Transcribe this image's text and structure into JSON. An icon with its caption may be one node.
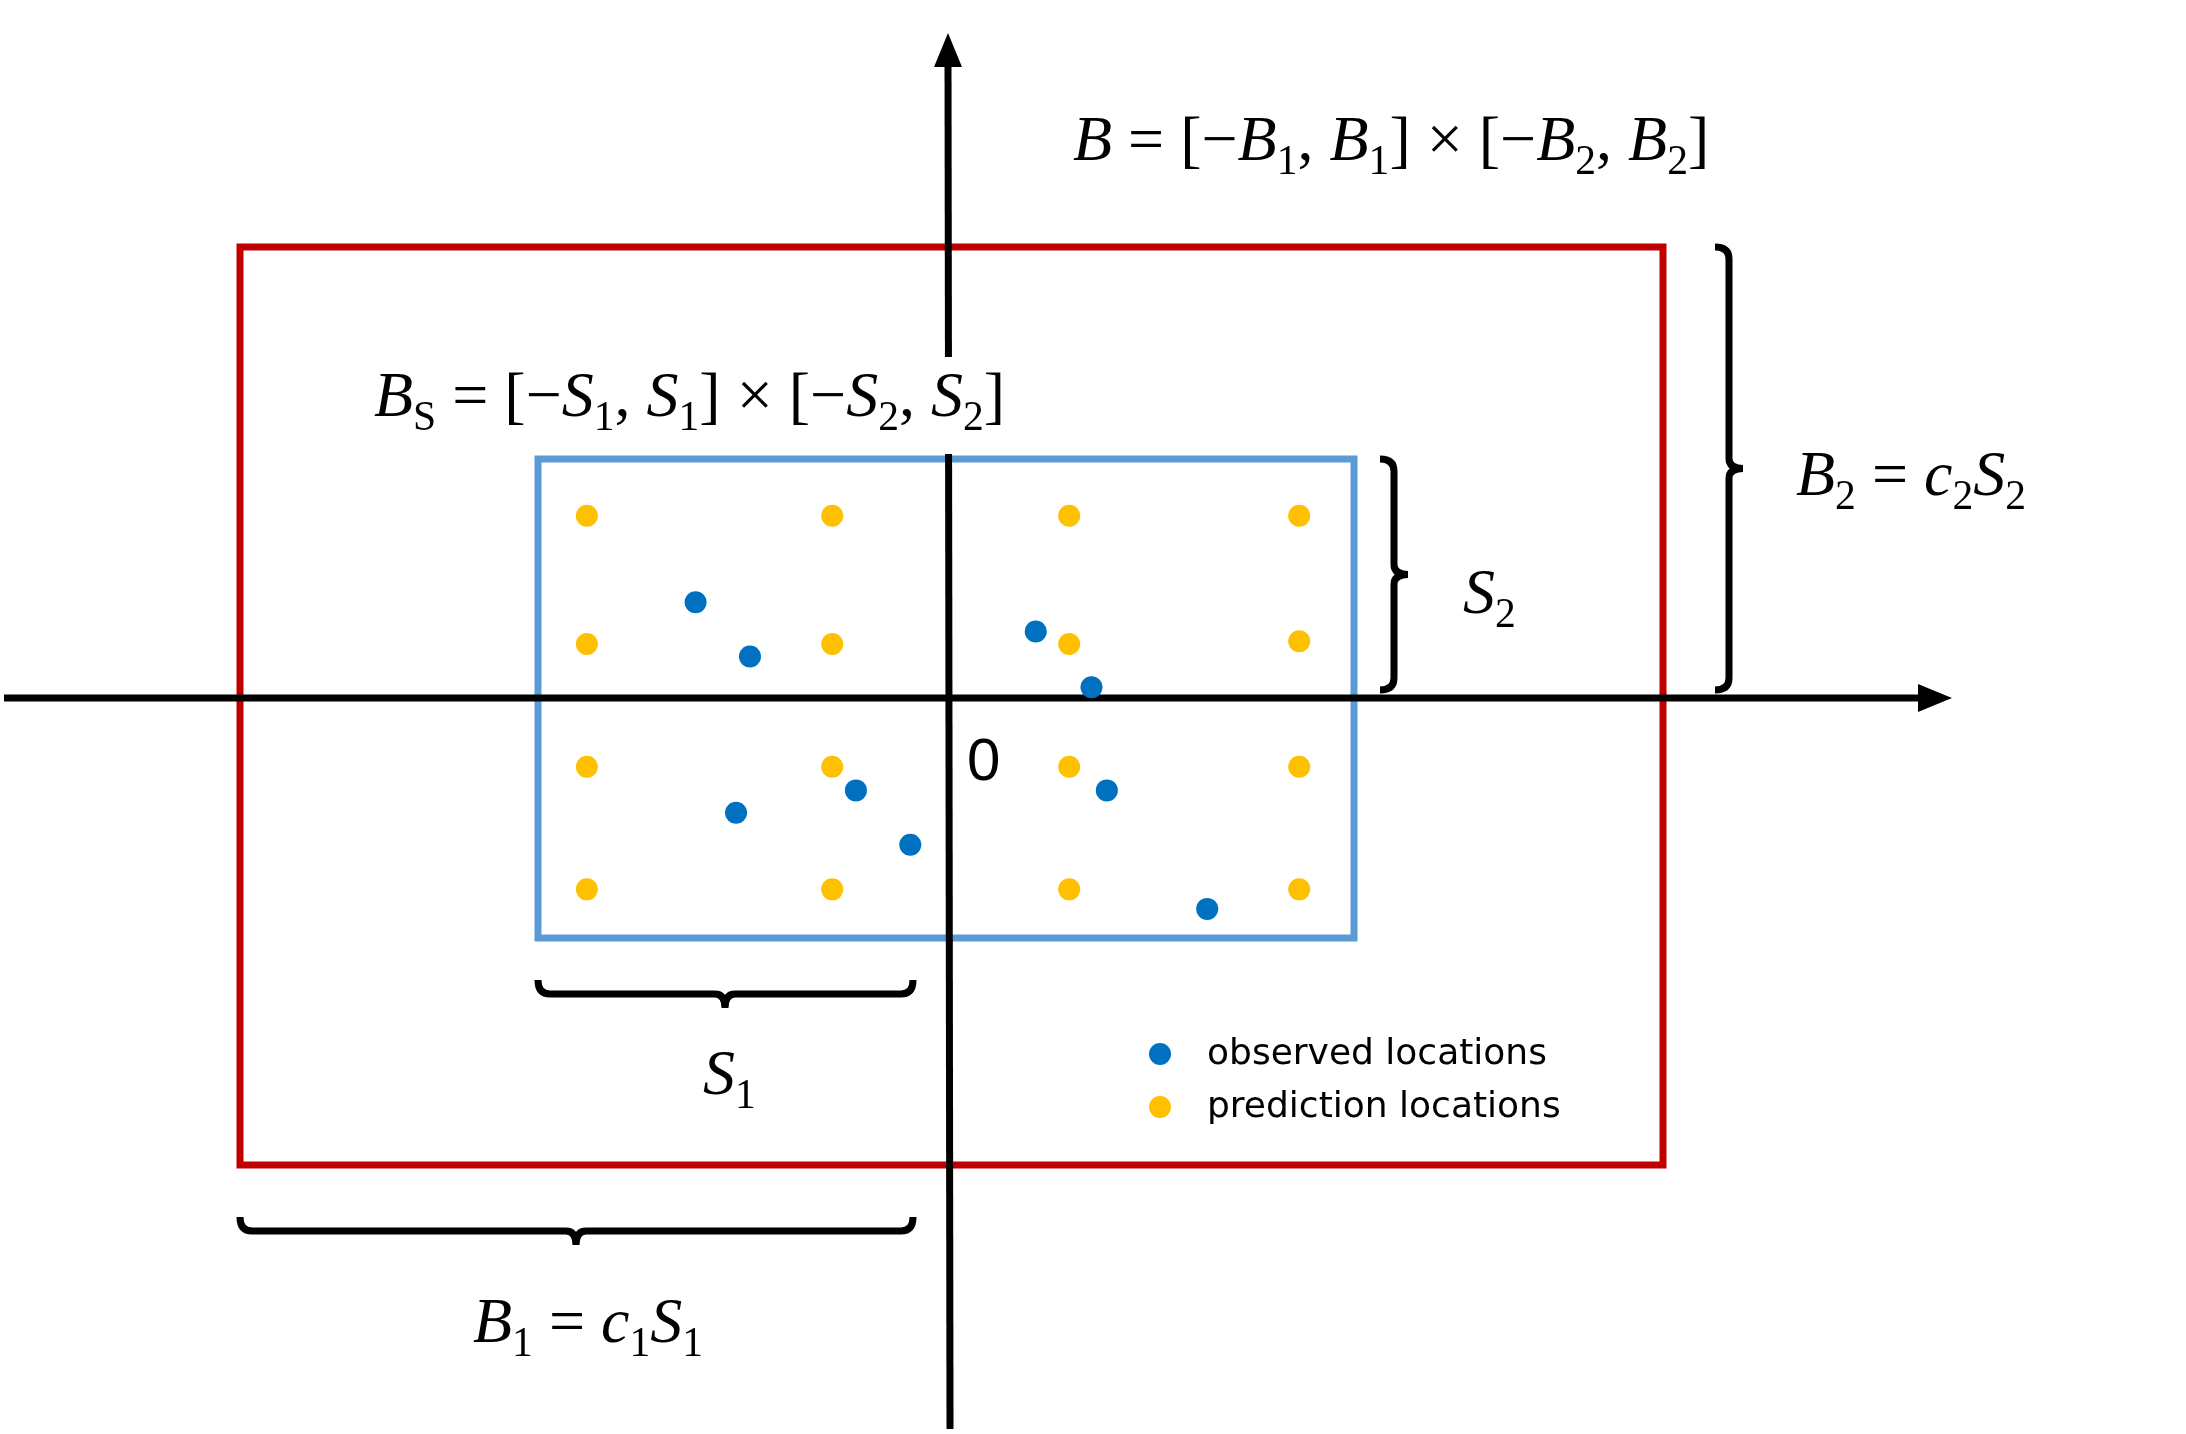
{
  "diagram": {
    "labels": [
      "*B* = [−*B*$_{1}$, *B*$_{1}$] × [−*B*$_{2}$, *B*$_{2}$]",
      "*B*$_{S}$ = [−*S*$_{1}$, *S*$_{1}$] × [−*S*$_{2}$, *S*$_{2}$]",
      "*B*$_{2}$ = *c*$_{2}$*S*$_{2}$",
      "*S*$_{2}$",
      "0",
      "*S*$_{1}$",
      "*B*$_{1}$ = *c*$_{1}$*S*$_{1}$"
    ],
    "legend": [
      {
        "text": "observed locations",
        "color": "#0070c0"
      },
      {
        "text": "prediction locations",
        "color": "#ffc000"
      }
    ]
  }
}
